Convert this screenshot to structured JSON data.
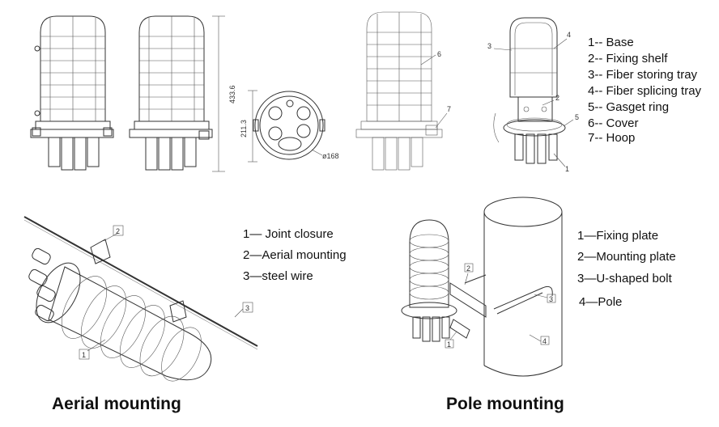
{
  "spec": {
    "dim_height": "433.6",
    "dim_base_height": "211.3",
    "dim_diameter": "ø168",
    "callouts": [
      "1",
      "2",
      "3",
      "4",
      "5",
      "6",
      "7"
    ],
    "legend": [
      "1-- Base",
      "2-- Fixing shelf",
      "3-- Fiber storing tray",
      "4-- Fiber splicing tray",
      "5-- Gasget ring",
      "6-- Cover",
      "7-- Hoop"
    ]
  },
  "aerial": {
    "caption": "Aerial mounting",
    "callouts": [
      "1",
      "2",
      "3"
    ],
    "legend": [
      "1— Joint closure",
      "2—Aerial mounting",
      "3—steel wire"
    ]
  },
  "pole": {
    "caption": "Pole mounting",
    "callouts": [
      "1",
      "2",
      "3",
      "4"
    ],
    "legend": [
      "1—Fixing plate",
      "2—Mounting plate",
      "3—U-shaped bolt",
      "4—Pole"
    ]
  }
}
